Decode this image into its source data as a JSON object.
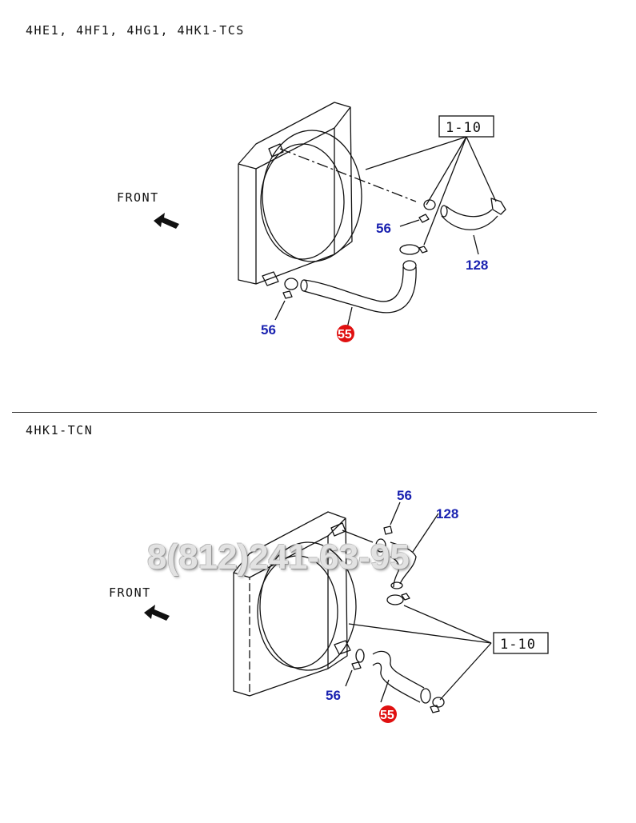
{
  "section1": {
    "title": "4HE1, 4HF1, 4HG1, 4HK1-TCS",
    "front_label": "FRONT",
    "ref_box": "1-10",
    "callouts": {
      "clamp_upper": "56",
      "clamp_lower": "56",
      "hose_upper": "128",
      "hose_lower": "55"
    }
  },
  "section2": {
    "title": "4HK1-TCN",
    "front_label": "FRONT",
    "ref_box": "1-10",
    "callouts": {
      "clamp_upper": "56",
      "clamp_lower": "56",
      "hose_upper": "128",
      "hose_lower": "55"
    }
  },
  "watermark": "8(812)241-63-95",
  "colors": {
    "callout": "#1a22b0",
    "badge": "#e01010",
    "line": "#111111"
  }
}
